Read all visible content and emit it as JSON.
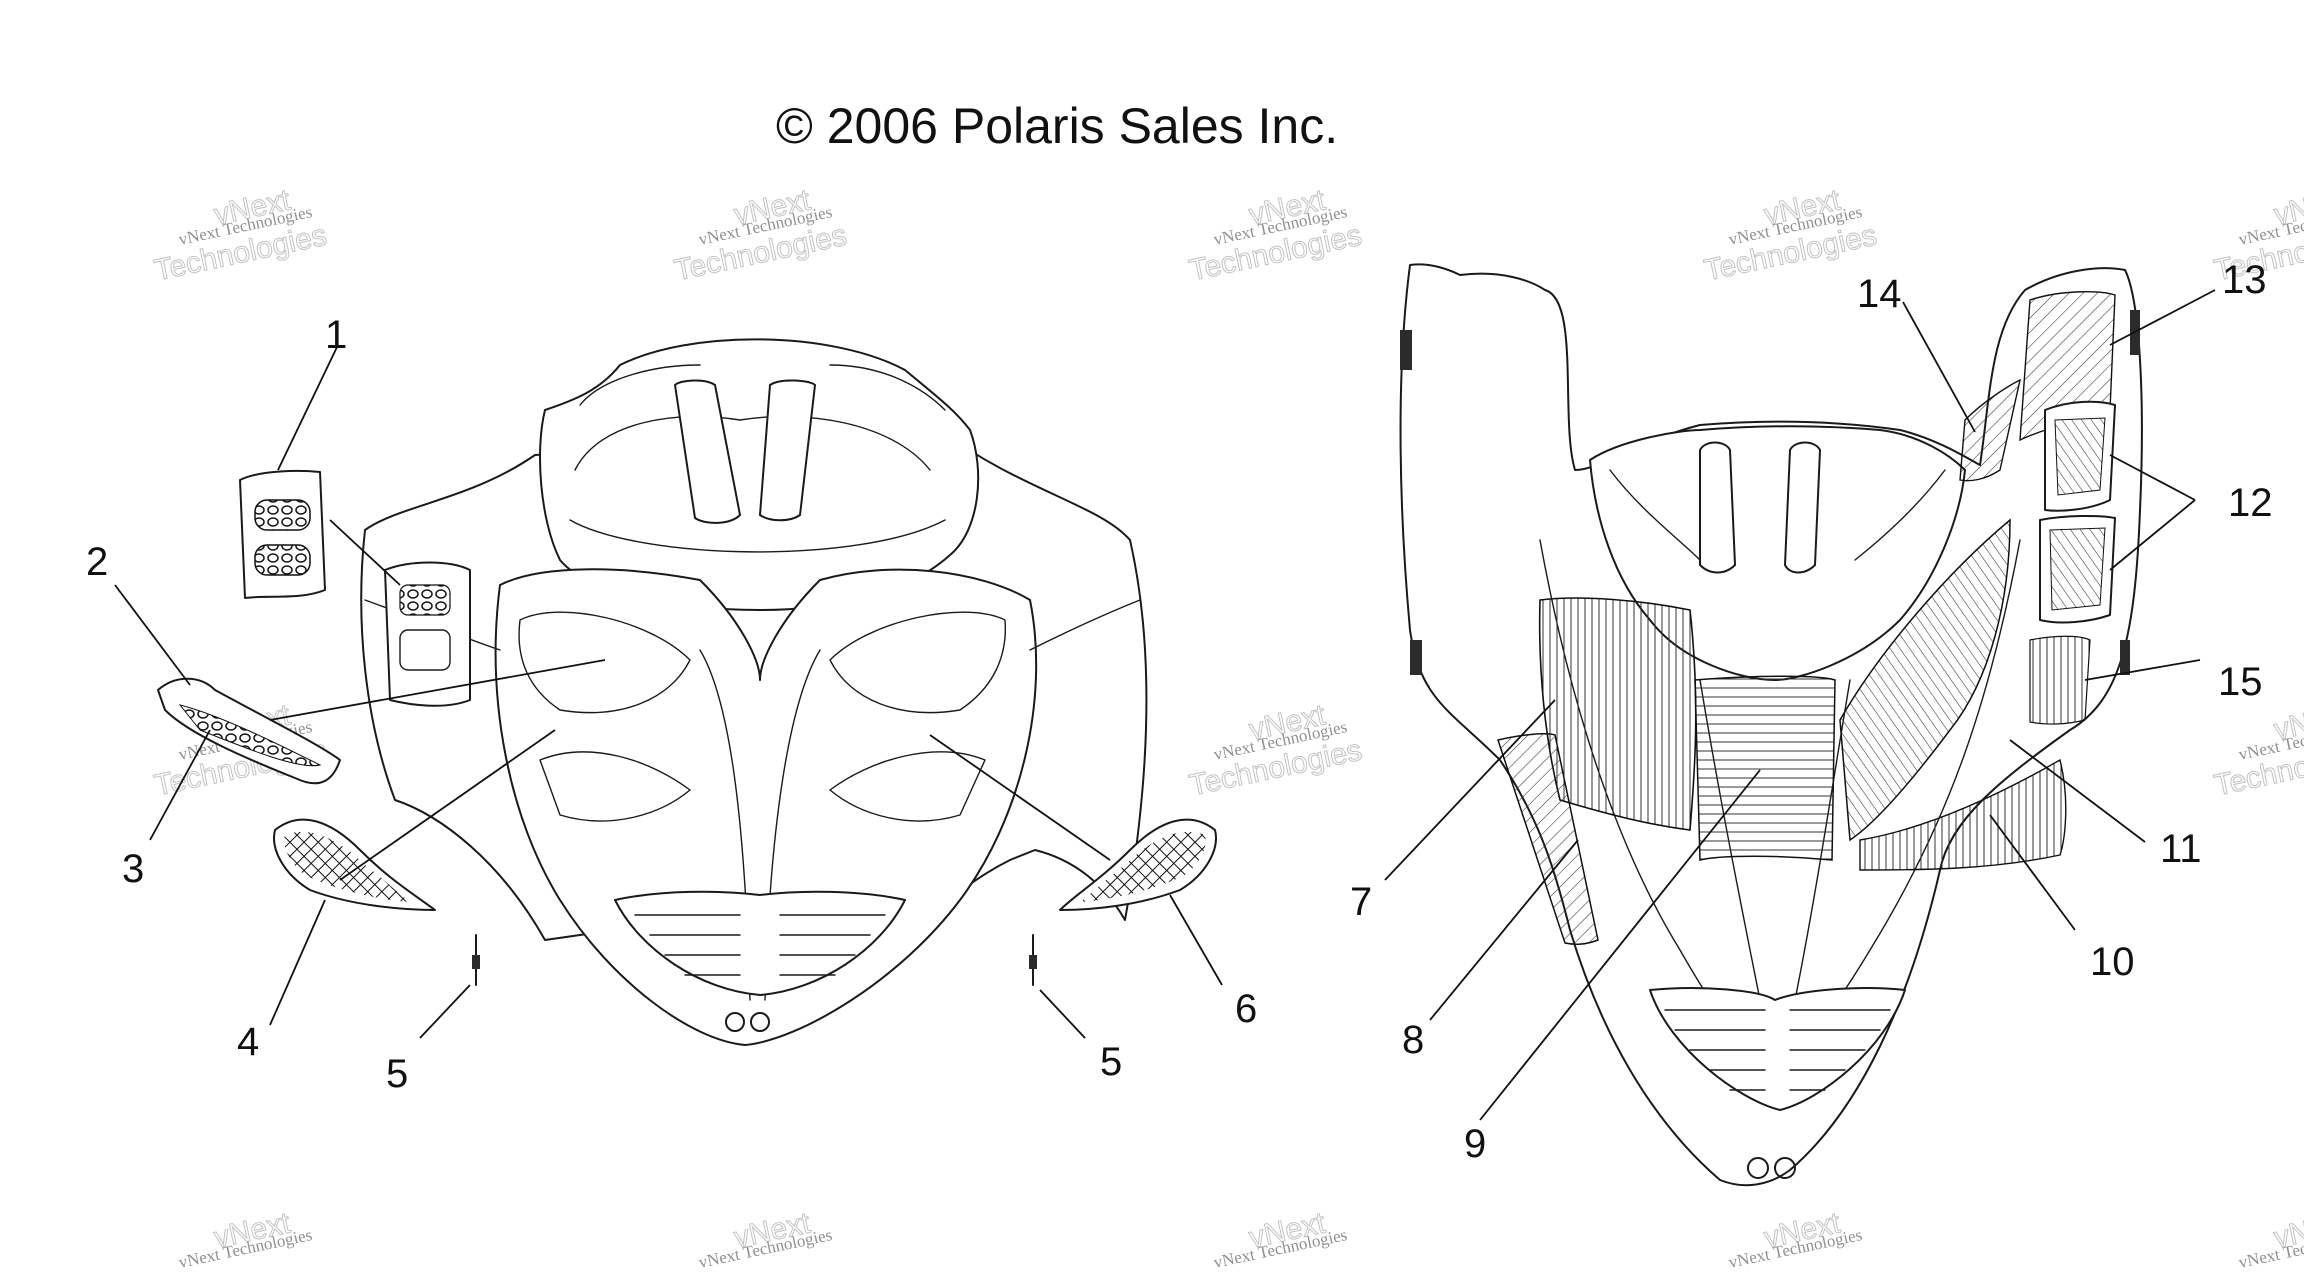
{
  "header": {
    "copyright": "© 2006 Polaris Sales Inc."
  },
  "watermark": {
    "line1": "vNext Technologies",
    "line2": "vNext",
    "line3": "Technologies"
  },
  "callouts": {
    "c1": "1",
    "c2": "2",
    "c3": "3",
    "c4": "4",
    "c5a": "5",
    "c5b": "5",
    "c6": "6",
    "c7": "7",
    "c8": "8",
    "c9": "9",
    "c10": "10",
    "c11": "11",
    "c12": "12",
    "c13": "13",
    "c14": "14",
    "c15": "15"
  }
}
